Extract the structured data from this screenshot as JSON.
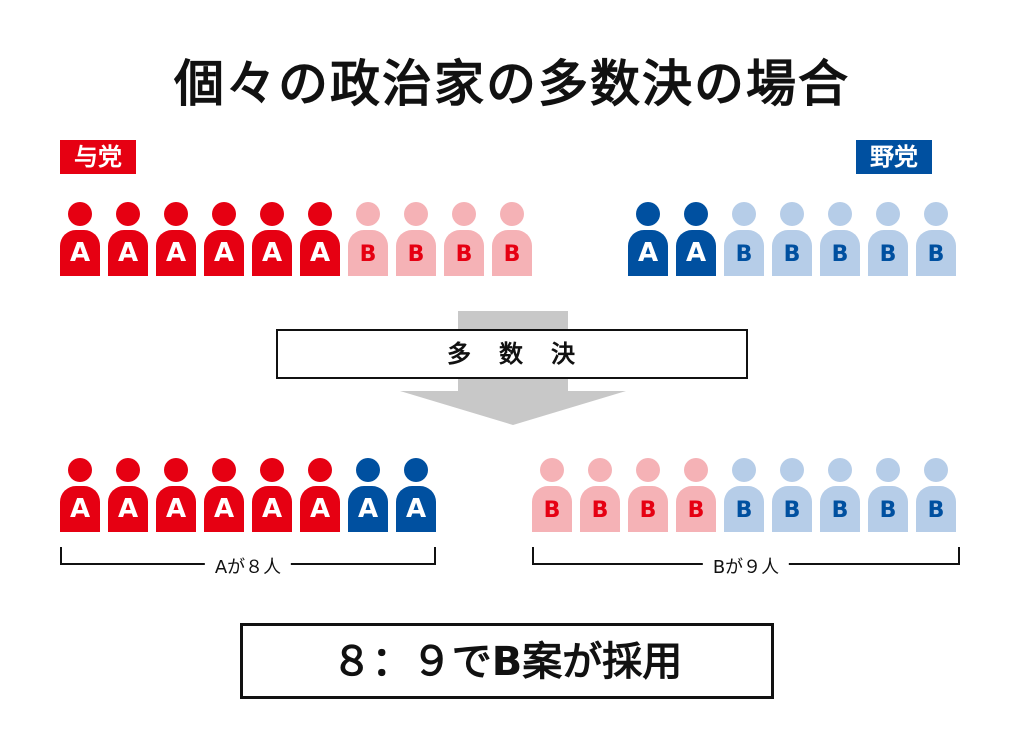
{
  "title": "個々の政治家の多数決の場合",
  "colors": {
    "ruling_dark": "#e60012",
    "ruling_light": "#f5b2b6",
    "opposition_dark": "#0050a0",
    "opposition_light": "#b6cde8",
    "arrow": "#c8c8c8"
  },
  "ruling_party": {
    "label": "与党",
    "members": [
      {
        "vote": "A",
        "tone": "dark"
      },
      {
        "vote": "A",
        "tone": "dark"
      },
      {
        "vote": "A",
        "tone": "dark"
      },
      {
        "vote": "A",
        "tone": "dark"
      },
      {
        "vote": "A",
        "tone": "dark"
      },
      {
        "vote": "A",
        "tone": "dark"
      },
      {
        "vote": "B",
        "tone": "light"
      },
      {
        "vote": "B",
        "tone": "light"
      },
      {
        "vote": "B",
        "tone": "light"
      },
      {
        "vote": "B",
        "tone": "light"
      }
    ]
  },
  "opposition_party": {
    "label": "野党",
    "members": [
      {
        "vote": "A",
        "tone": "dark"
      },
      {
        "vote": "A",
        "tone": "dark"
      },
      {
        "vote": "B",
        "tone": "light"
      },
      {
        "vote": "B",
        "tone": "light"
      },
      {
        "vote": "B",
        "tone": "light"
      },
      {
        "vote": "B",
        "tone": "light"
      },
      {
        "vote": "B",
        "tone": "light"
      }
    ]
  },
  "process_label": "多　数　決",
  "group_a": {
    "label": "Aが８人",
    "members": [
      {
        "party": "ruling",
        "vote": "A",
        "tone": "dark"
      },
      {
        "party": "ruling",
        "vote": "A",
        "tone": "dark"
      },
      {
        "party": "ruling",
        "vote": "A",
        "tone": "dark"
      },
      {
        "party": "ruling",
        "vote": "A",
        "tone": "dark"
      },
      {
        "party": "ruling",
        "vote": "A",
        "tone": "dark"
      },
      {
        "party": "ruling",
        "vote": "A",
        "tone": "dark"
      },
      {
        "party": "opposition",
        "vote": "A",
        "tone": "dark"
      },
      {
        "party": "opposition",
        "vote": "A",
        "tone": "dark"
      }
    ]
  },
  "group_b": {
    "label": "Bが９人",
    "members": [
      {
        "party": "ruling",
        "vote": "B",
        "tone": "light"
      },
      {
        "party": "ruling",
        "vote": "B",
        "tone": "light"
      },
      {
        "party": "ruling",
        "vote": "B",
        "tone": "light"
      },
      {
        "party": "ruling",
        "vote": "B",
        "tone": "light"
      },
      {
        "party": "opposition",
        "vote": "B",
        "tone": "light"
      },
      {
        "party": "opposition",
        "vote": "B",
        "tone": "light"
      },
      {
        "party": "opposition",
        "vote": "B",
        "tone": "light"
      },
      {
        "party": "opposition",
        "vote": "B",
        "tone": "light"
      },
      {
        "party": "opposition",
        "vote": "B",
        "tone": "light"
      }
    ]
  },
  "result": "８：９でB案が採用"
}
